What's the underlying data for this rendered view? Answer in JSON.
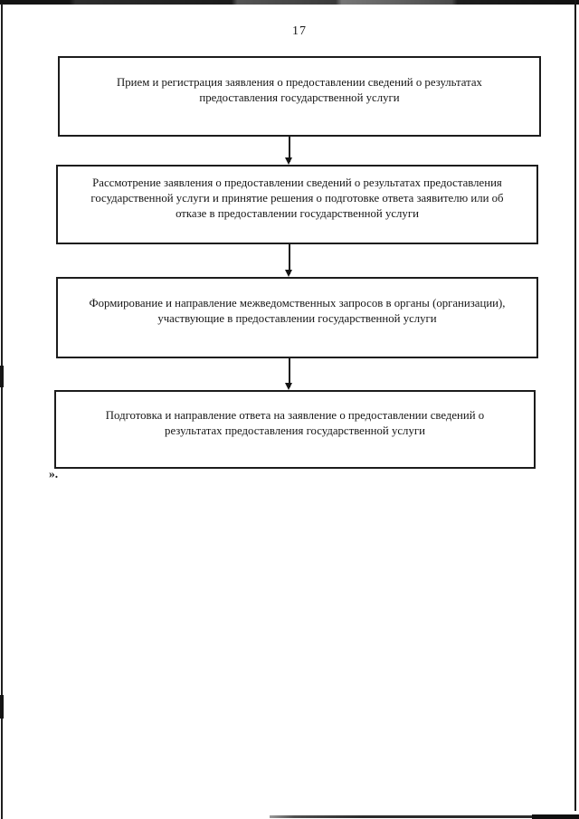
{
  "page": {
    "number": "17",
    "closing_quote": "»."
  },
  "flowchart": {
    "boxes": [
      {
        "text": "Прием и регистрация заявления о предоставлении сведений о результатах предоставления государственной услуги"
      },
      {
        "text": "Рассмотрение заявления о предоставлении сведений о результатах предоставления государственной услуги и принятие решения о подготовке ответа заявителю или об отказе в предоставлении государственной услуги"
      },
      {
        "text": "Формирование и направление межведомственных запросов в органы (организации), участвующие в предоставлении государственной услуги"
      },
      {
        "text": "Подготовка и направление ответа на заявление о предоставлении сведений о результатах предоставления государственной услуги"
      }
    ]
  }
}
